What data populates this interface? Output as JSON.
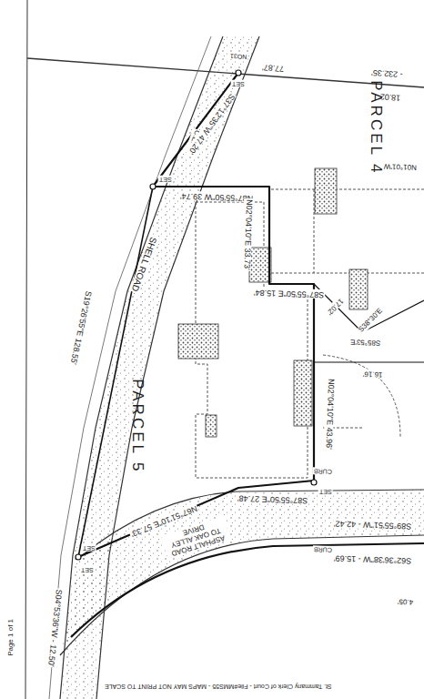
{
  "diagram": {
    "labels": [
      "- 232.35'",
      "77.87'",
      "18.02'",
      "NO31",
      "SET",
      "C.E.",
      "S37°12'35\"W 47.20'",
      "N87°55'50\"W 39.74'",
      "SET",
      "N02°04'10\"E 33.73'",
      "S87°55'50\"E 15.84'",
      "S19°26'55\"E 128.55'",
      "PARCEL 4",
      "PARCEL 5",
      "SHELL ROAD",
      "17.02'",
      "S38°30'E",
      "N02°04'10\"E 43.96'",
      "S85°53'E",
      "16.16'",
      "CURB",
      "SET",
      "S87°55'50\"E 27.48'",
      "N67°51'10\"E 57.33'",
      "ASPHALT ROAD TO OAK ALLEY DRIVE",
      "S89°55'51\"W - 42.42'",
      "CURB",
      "SET",
      "S62°36'38\"W - 15.69'",
      "S04°53'36\"W - 12.50'",
      "SET",
      "N01°01'W",
      "4.05'",
      "Page 1 of 1",
      "St. Tammany Clerk of Court - File#MMS55 - MAPS MAY NOT PRINT TO SCALE"
    ]
  }
}
